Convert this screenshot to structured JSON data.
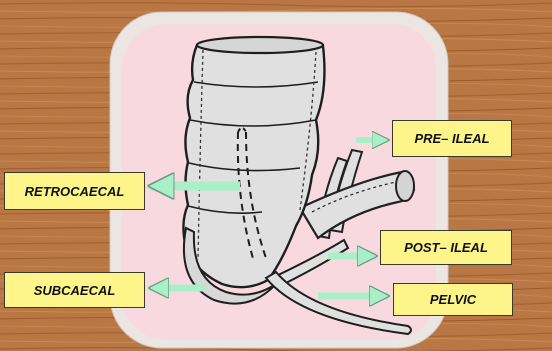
{
  "labels": {
    "retrocaecal": "RETROCAECAL",
    "subcaecal": "SUBCAECAL",
    "pre_ileal": "PRE– ILEAL",
    "post_ileal": "POST– ILEAL",
    "pelvic": "PELVIC"
  },
  "colors": {
    "wood": "#b87744",
    "frame": "#ece6e2",
    "panel": "#f8d9e0",
    "organ": "#e0e0e0",
    "label_fill": "#fdf58a",
    "arrow": "#a9f0c8"
  }
}
